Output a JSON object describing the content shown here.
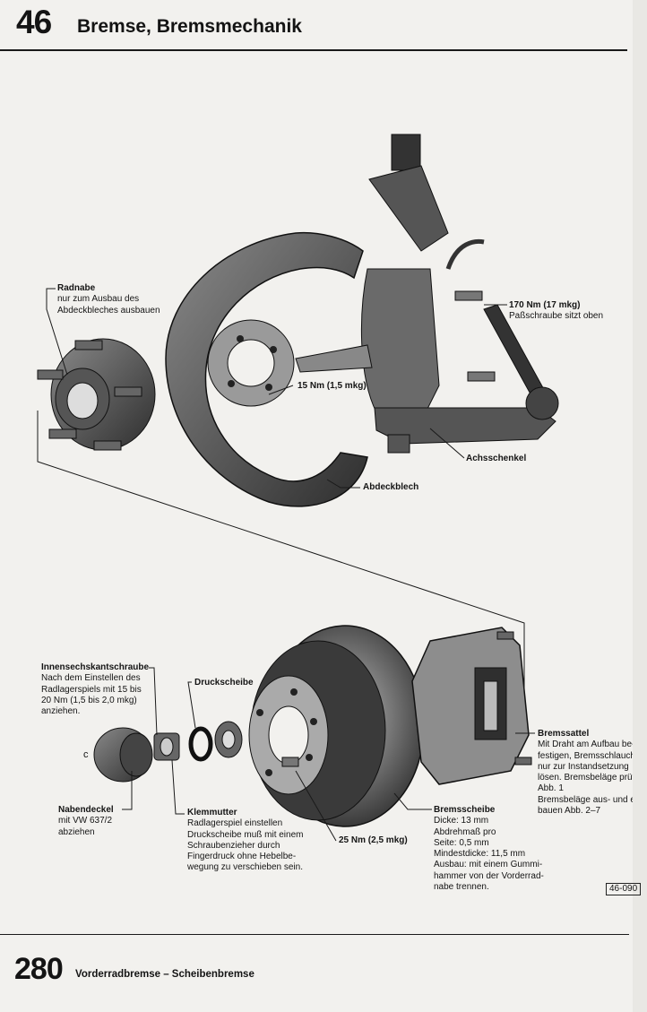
{
  "header": {
    "chapter_number": "46",
    "chapter_title": "Bremse, Bremsmechanik"
  },
  "labels": {
    "radnabe": {
      "title": "Radnabe",
      "lines": [
        "nur zum Ausbau des",
        "Abdeckbleches ausbauen"
      ]
    },
    "torque_170": {
      "title": "170 Nm (17 mkg)",
      "lines": [
        "Paßschraube sitzt oben"
      ]
    },
    "torque_15": "15 Nm (1,5 mkg)",
    "achsschenkel": "Achsschenkel",
    "abdeckblech": "Abdeckblech",
    "innensechskant": {
      "title": "Innensechskantschraube",
      "lines": [
        "Nach dem Einstellen des",
        "Radlagerspiels mit 15 bis",
        "20 Nm (1,5 bis 2,0 mkg)",
        "anziehen."
      ]
    },
    "druckscheibe": "Druckscheibe",
    "bremssattel": {
      "title": "Bremssattel",
      "lines": [
        "Mit Draht am Aufbau be-",
        "festigen, Bremsschlauch",
        "nur zur Instandsetzung",
        "lösen. Bremsbeläge prüfen",
        "Abb. 1",
        "Bremsbeläge aus- und ein-",
        "bauen  Abb. 2–7"
      ]
    },
    "nabendeckel": {
      "title": "Nabendeckel",
      "lines": [
        "mit VW 637/2",
        "abziehen"
      ]
    },
    "klemmutter": {
      "title": "Klemmutter",
      "lines": [
        "Radlagerspiel einstellen",
        "Druckscheibe muß mit einem",
        "Schraubenzieher durch",
        "Fingerdruck ohne Hebelbe-",
        "wegung zu verschieben sein."
      ]
    },
    "torque_25": "25 Nm (2,5 mkg)",
    "bremsscheibe": {
      "title": "Bremsscheibe",
      "lines": [
        "Dicke: 13 mm",
        "Abdrehmaß pro",
        "Seite: 0,5 mm",
        "Mindestdicke: 11,5 mm",
        "Ausbau: mit einem Gummi-",
        "hammer von der Vorderrad-",
        "nabe trennen."
      ]
    },
    "stray_c": "c"
  },
  "figure_id": "46-090",
  "footer": {
    "page_number": "280",
    "section": "Vorderradbremse – Scheibenbremse"
  }
}
